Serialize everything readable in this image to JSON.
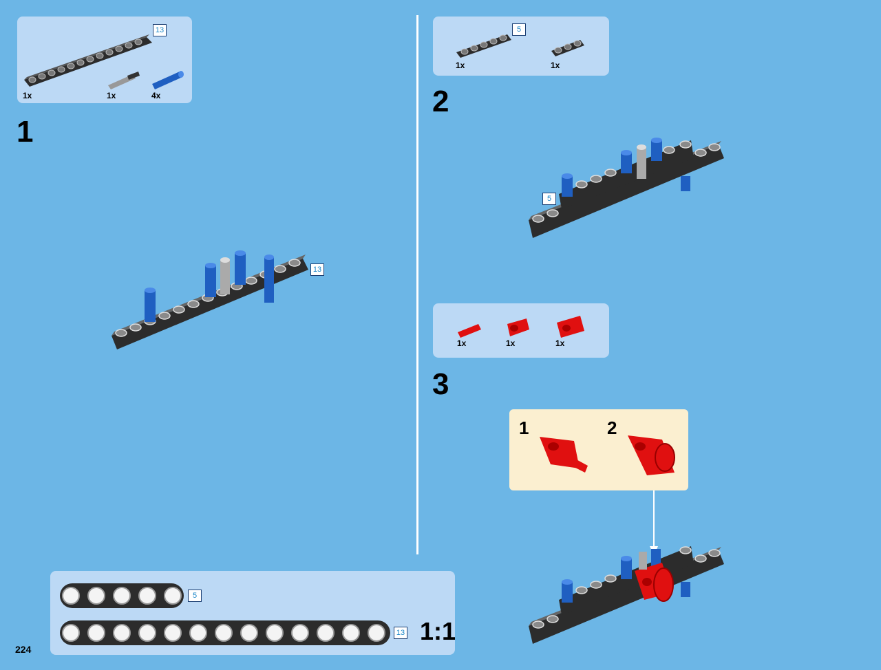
{
  "page": {
    "number": "224"
  },
  "step1": {
    "number": "1",
    "parts": [
      {
        "qty": "1x",
        "name": "beam-13"
      },
      {
        "qty": "1x",
        "name": "axle-pin-grey"
      },
      {
        "qty": "4x",
        "name": "pin-blue"
      }
    ],
    "parts_beam_len": "13",
    "model_beam_len": "13"
  },
  "step2": {
    "number": "2",
    "parts": [
      {
        "qty": "1x",
        "name": "beam-5"
      },
      {
        "qty": "1x",
        "name": "beam-3"
      }
    ],
    "parts_beam_len": "5",
    "model_beam_len": "5"
  },
  "step3": {
    "number": "3",
    "parts": [
      {
        "qty": "1x",
        "name": "axle-red"
      },
      {
        "qty": "1x",
        "name": "connector-red"
      },
      {
        "qty": "1x",
        "name": "cross-block-red"
      }
    ],
    "sub1": "1",
    "sub2": "2"
  },
  "scale": {
    "short_len": "5",
    "long_len": "13",
    "ratio": "1:1"
  },
  "colors": {
    "background": "#6cb6e6",
    "panel": "#bcd9f5",
    "callout": "#fbefd0",
    "beam": "#2c2c2c",
    "pin": "#1f5fc1",
    "red": "#e01010"
  }
}
